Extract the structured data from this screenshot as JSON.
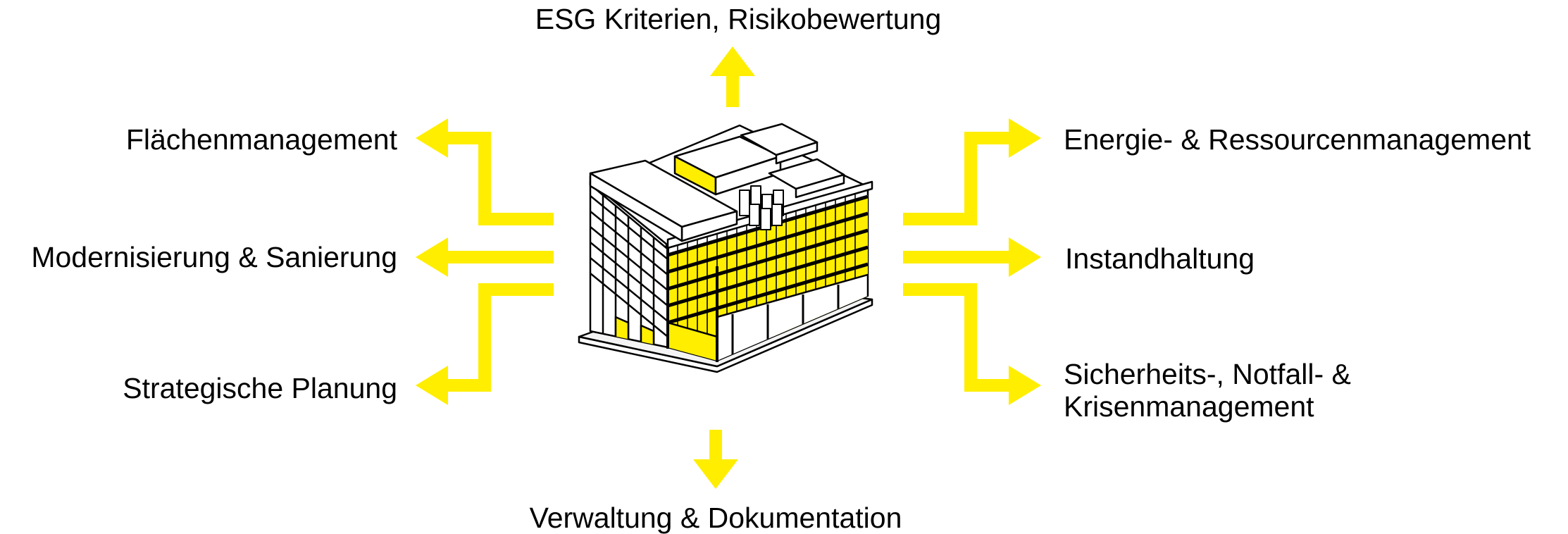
{
  "labels": {
    "top": "ESG Kriterien, Risikobewertung",
    "left_upper": "Flächenmanagement",
    "left_middle": "Modernisierung & Sanierung",
    "left_lower": "Strategische Planung",
    "right_upper": "Energie- & Ressourcenmanagement",
    "right_middle": "Instandhaltung",
    "right_lower_line1": "Sicherheits-, Notfall- &",
    "right_lower_line2": "Krisenmanagement",
    "bottom": "Verwaltung & Dokumentation"
  },
  "colors": {
    "arrow": "#FFEE00",
    "outline": "#000000",
    "facade_accent": "#FFEE00"
  }
}
